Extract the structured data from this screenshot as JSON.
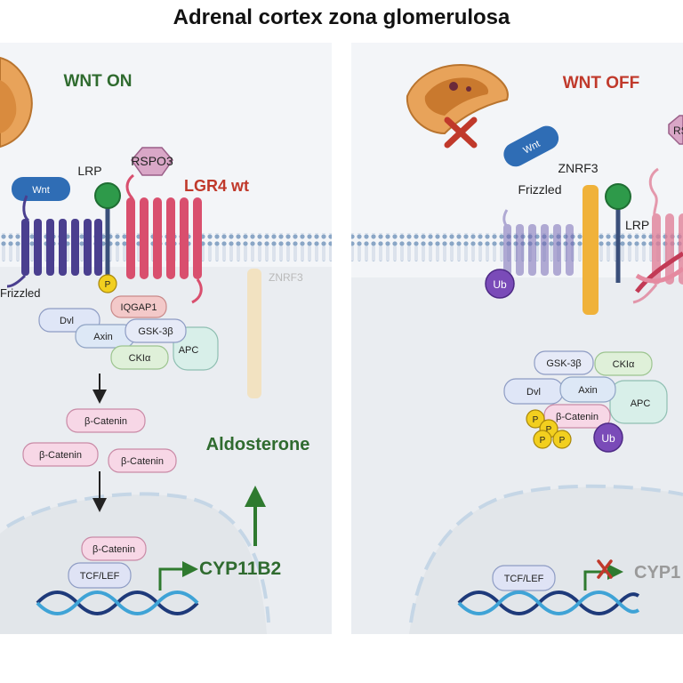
{
  "title": "Adrenal cortex zona glomerulosa",
  "left_panel": {
    "state_label": "WNT ON",
    "wnt": "Wnt",
    "lrp": "LRP",
    "rspo3": "RSPO3",
    "lgr4": "LGR4 wt",
    "frizzled": "Frizzled",
    "znrf3": "ZNRF3",
    "phospho": "P",
    "iqgap1": "IQGAP1",
    "dvl": "Dvl",
    "axin": "Axin",
    "gsk3b": "GSK-3β",
    "apc": "APC",
    "ck1a": "CKIα",
    "beta_catenin": "β-Catenin",
    "aldosterone": "Aldosterone",
    "tcf_lef": "TCF/LEF",
    "cyp11b2": "CYP11B2"
  },
  "right_panel": {
    "state_label": "WNT OFF",
    "wnt": "Wnt",
    "rspo_partial": "RS",
    "znrf3": "ZNRF3",
    "frizzled": "Frizzled",
    "lrp": "LRP",
    "ub": "Ub",
    "gsk3b": "GSK-3β",
    "ck1a": "CKIα",
    "dvl": "Dvl",
    "axin": "Axin",
    "apc": "APC",
    "beta_catenin": "β-Catenin",
    "phospho": "P",
    "tcf_lef": "TCF/LEF",
    "cyp_partial": "CYP1"
  },
  "colors": {
    "panel_bg": "#eef0f3",
    "nucleus_bg": "#e2e6ea",
    "frizzled": "#4a3f8f",
    "lgr4": "#d94f6e",
    "lrp": "#2e9a4a",
    "znrf3": "#f0b23a",
    "wnt": "#2f6db5",
    "rspo3": "#d9a7c7",
    "beta_catenin": "#f7d7e6",
    "ub": "#7a4bb8",
    "phospho": "#f2cf1f",
    "dna_dark": "#1e3a7a",
    "dna_light": "#3fa3d6",
    "arrow_green": "#2f7a2f",
    "label_red": "#c0392b",
    "label_green": "#2f6b2f"
  }
}
